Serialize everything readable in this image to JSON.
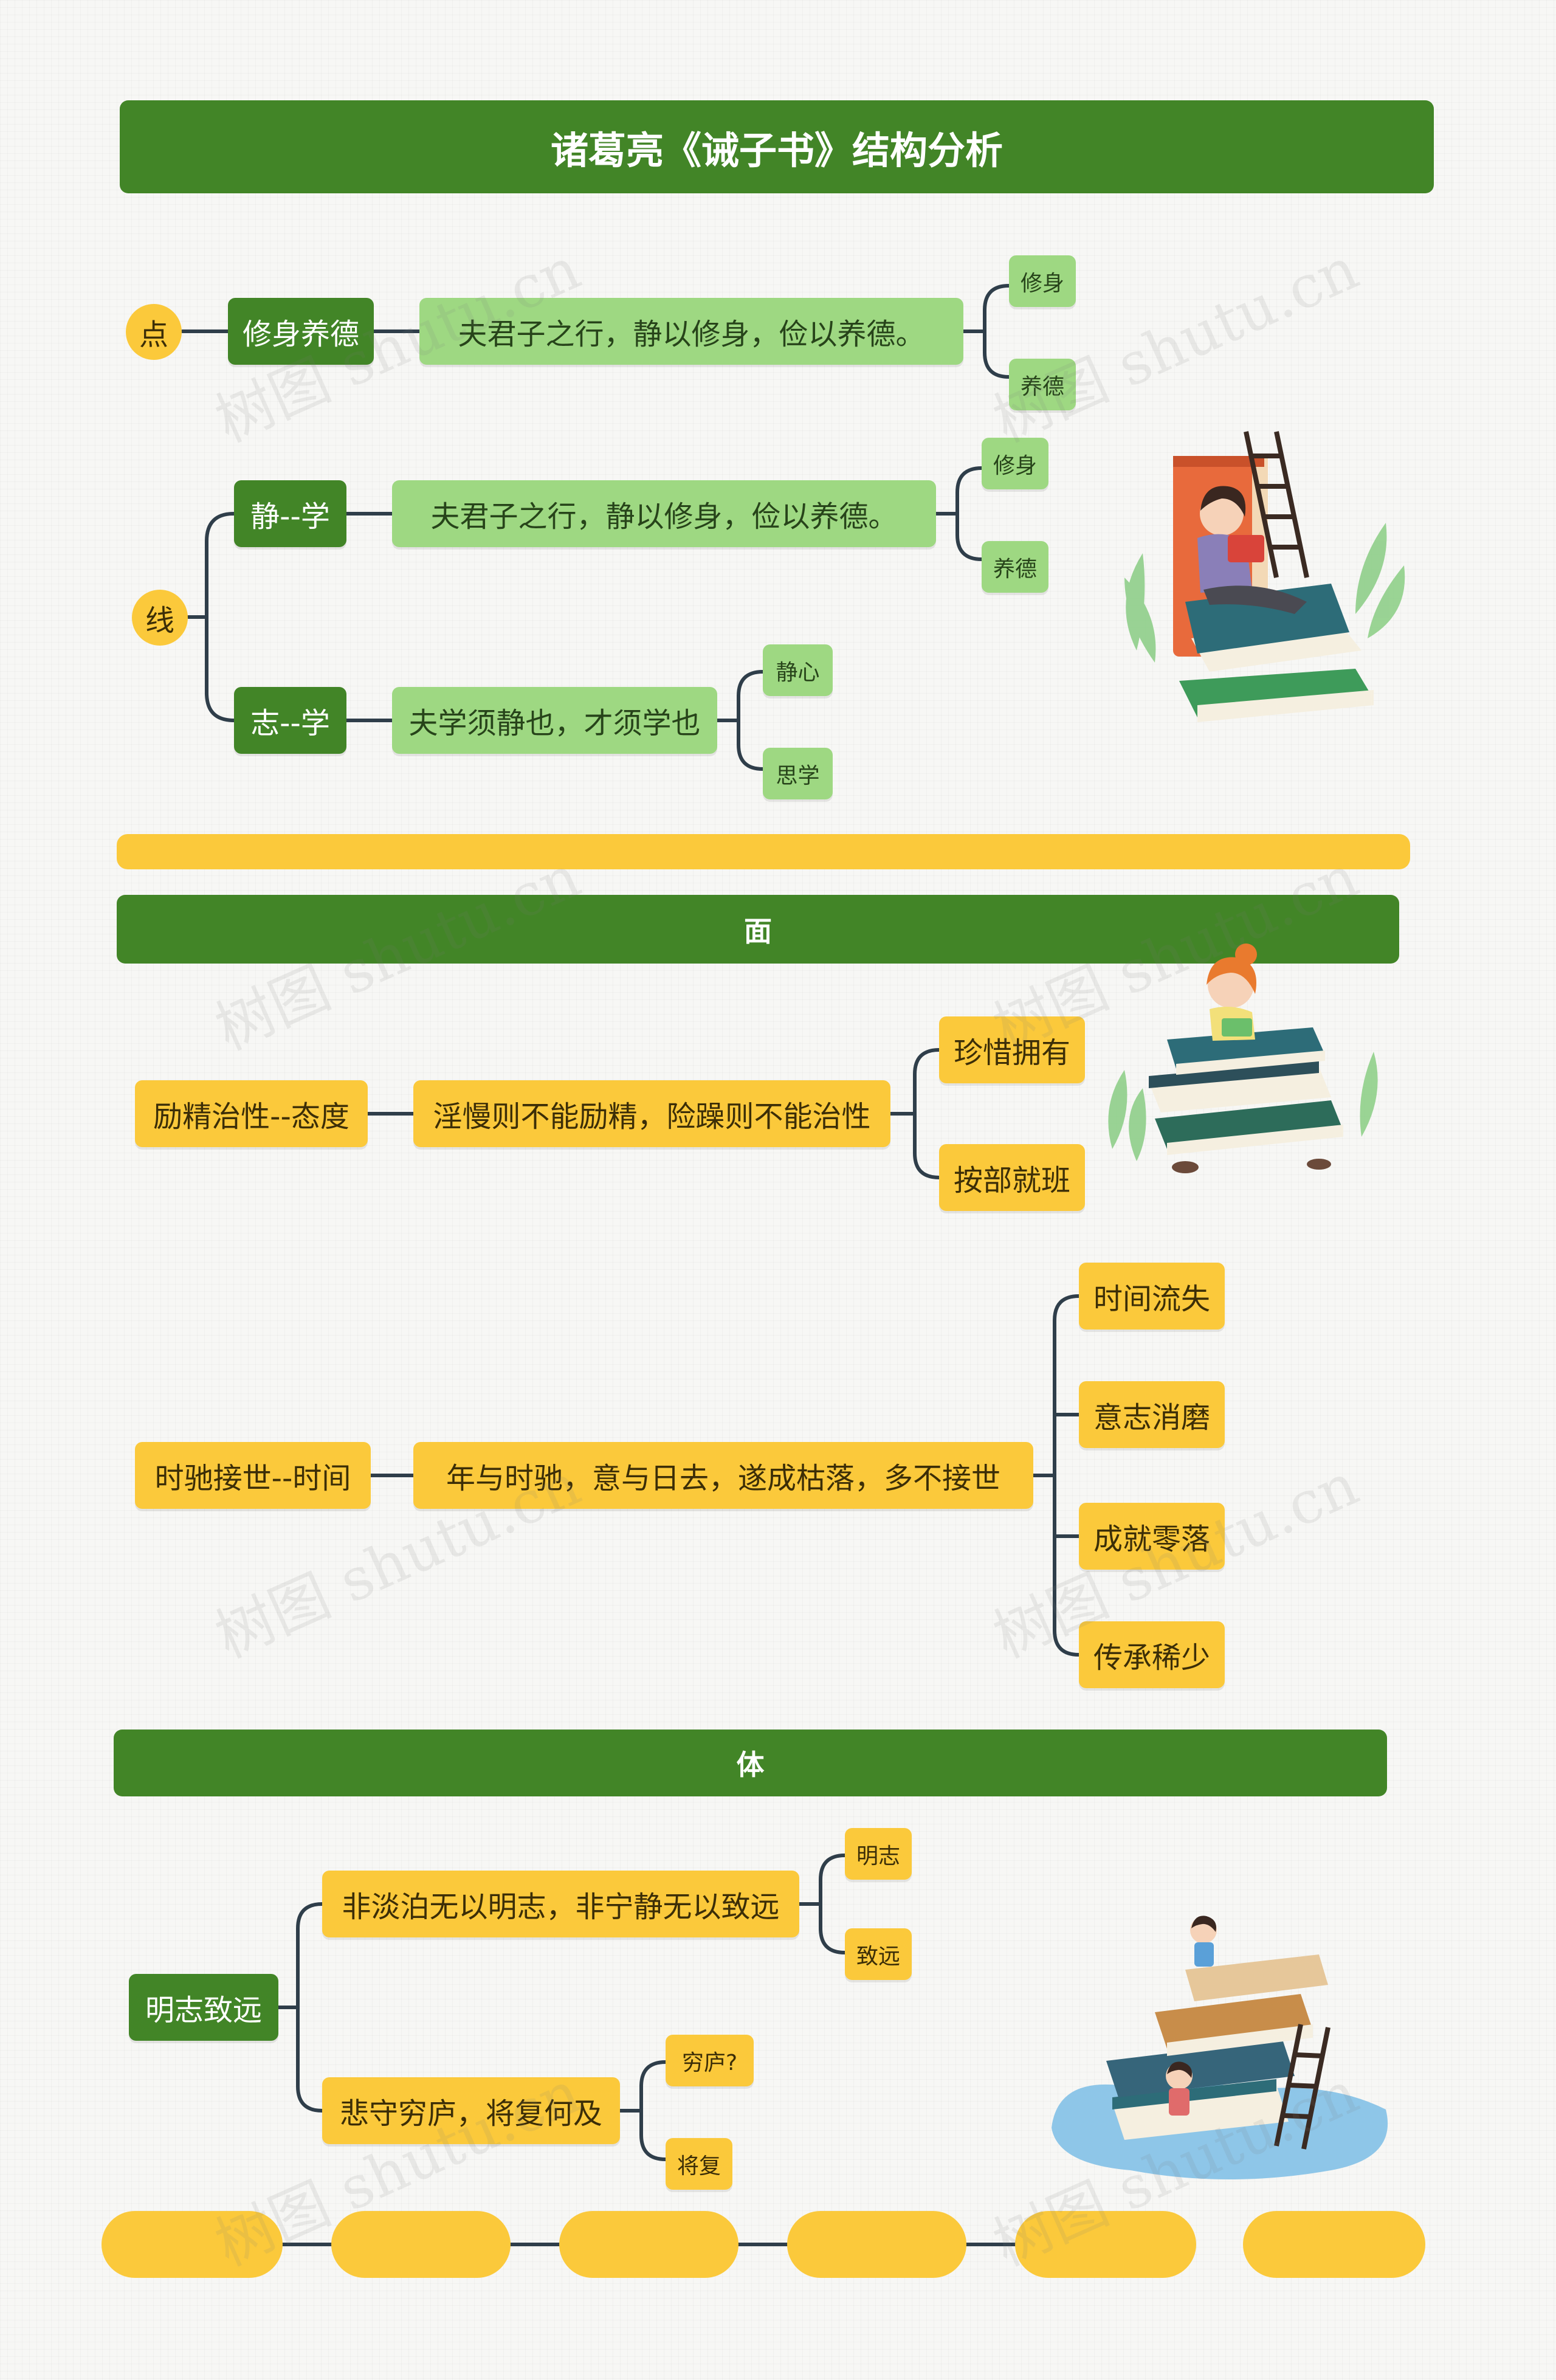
{
  "title": "诸葛亮《诫子书》结构分析",
  "section1": {
    "point": {
      "label": "点",
      "topic": "修身养德",
      "quote": "夫君子之行，静以修身，俭以养德。",
      "leaves": [
        "修身",
        "养德"
      ]
    },
    "line": {
      "label": "线",
      "branch_a": {
        "topic": "静--学",
        "quote": "夫君子之行，静以修身，俭以养德。",
        "leaves": [
          "修身",
          "养德"
        ]
      },
      "branch_b": {
        "topic": "志--学",
        "quote": "夫学须静也，才须学也",
        "leaves": [
          "静心",
          "思学"
        ]
      }
    }
  },
  "section2": {
    "header": "面",
    "attitude": {
      "topic": "励精治性--态度",
      "quote": "淫慢则不能励精，险躁则不能治性",
      "leaves": [
        "珍惜拥有",
        "按部就班"
      ]
    },
    "time": {
      "topic": "时驰接世--时间",
      "quote": "年与时驰，意与日去，遂成枯落，多不接世",
      "leaves": [
        "时间流失",
        "意志消磨",
        "成就零落",
        "传承稀少"
      ]
    }
  },
  "section3": {
    "header": "体",
    "topic": "明志致远",
    "branch_a": {
      "quote": "非淡泊无以明志，非宁静无以致远",
      "leaves": [
        "明志",
        "致远"
      ]
    },
    "branch_b": {
      "quote": "悲守穷庐，将复何及",
      "leaves": [
        "穷庐?",
        "将复"
      ]
    }
  },
  "watermark": "树图 shutu.cn",
  "colors": {
    "dark_green": "#428527",
    "light_green": "#9ed882",
    "yellow": "#fbc93b",
    "connector": "#2f3e4a"
  }
}
